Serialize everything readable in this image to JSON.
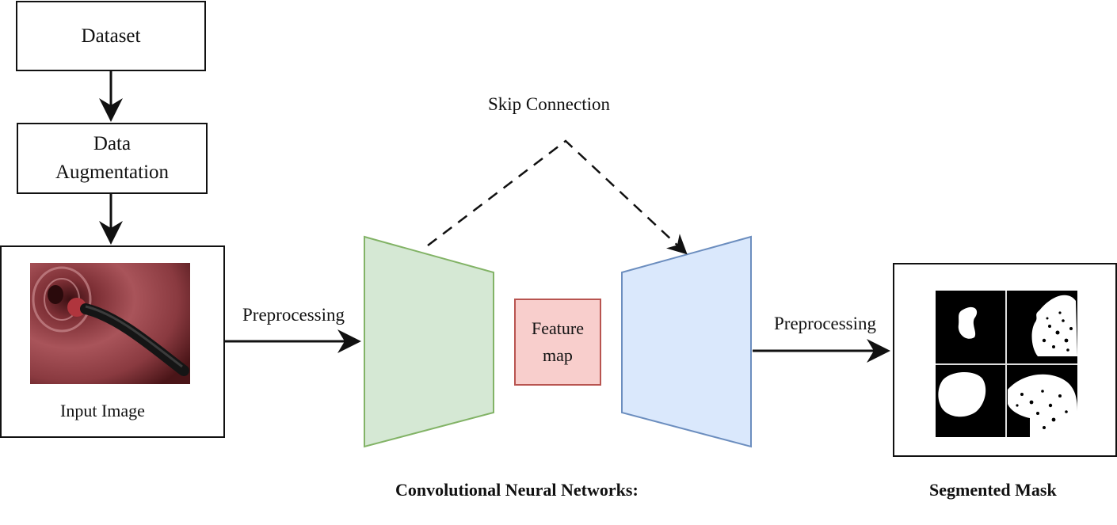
{
  "boxes": {
    "dataset": "Dataset",
    "augmentation_line1": "Data",
    "augmentation_line2": "Augmentation",
    "input_caption": "Input Image",
    "feature_line1": "Feature",
    "feature_line2": "map"
  },
  "labels": {
    "skip_connection": "Skip Connection",
    "preprocessing_left": "Preprocessing",
    "preprocessing_right": "Preprocessing",
    "cnn_caption": "Convolutional Neural Networks:",
    "mask_caption": "Segmented Mask"
  },
  "colors": {
    "encoder_fill": "#d5e8d4",
    "encoder_stroke": "#82b366",
    "decoder_fill": "#dae8fc",
    "decoder_stroke": "#6c8ebf",
    "feature_fill": "#f8cecc",
    "feature_stroke": "#b85450",
    "tissue": "#a84a50"
  }
}
